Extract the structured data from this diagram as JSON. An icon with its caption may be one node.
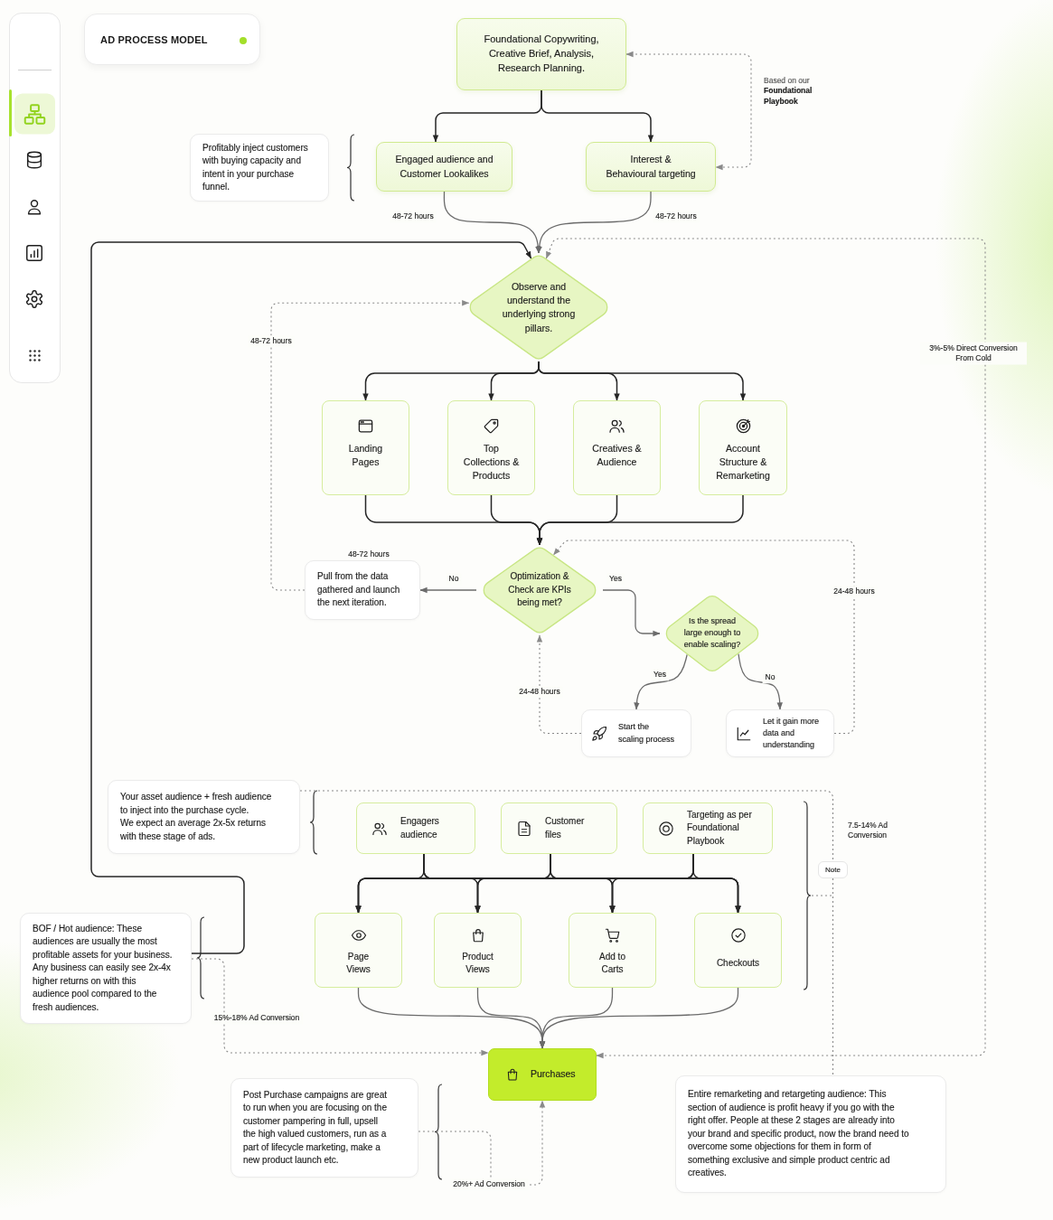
{
  "diagram": {
    "title": "AD PROCESS MODEL",
    "nodes": [
      {
        "text": [
          "Foundational Copywriting, Creative Brief, Analysis, Research Planning."
        ]
      },
      {
        "text": [
          "Profitably inject customers with buying capacity and intent in your purchase funnel."
        ]
      },
      {
        "text": [
          "Engaged audience and Customer Lookalikes"
        ]
      },
      {
        "text": [
          "Interest & Behavioural targeting"
        ]
      },
      {
        "text": [
          "Observe and understand the underlying strong pillars."
        ]
      },
      {
        "text": [
          "Landing Pages"
        ]
      },
      {
        "text": [
          "Top Collections & Products"
        ]
      },
      {
        "text": [
          "Creatives & Audience"
        ]
      },
      {
        "text": [
          "Account Structure & Remarketing"
        ]
      },
      {
        "text": [
          "Optimization & Check are KPIs being met?"
        ]
      },
      {
        "text": [
          "Pull from the data gathered and launch the next iteration."
        ],
        "beside": [
          "48-72 hours"
        ]
      },
      {
        "text": [
          "Is the spread large enough to enable scaling?"
        ]
      },
      {
        "text": [
          "Start the scaling process"
        ]
      },
      {
        "text": [
          "Let it gain more data and understanding"
        ]
      },
      {
        "text": [
          "Your asset audience + fresh audience to inject into the purchase cycle.",
          "We expect an average 2x-5x returns with these stage of ads."
        ]
      },
      {
        "text": [
          "Engagers audience"
        ]
      },
      {
        "text": [
          "Customer files"
        ]
      },
      {
        "text": [
          "Targeting as per Foundational Playbook"
        ]
      },
      {
        "text": [
          "Note"
        ]
      },
      {
        "text": [
          "BOF / Hot audience: These audiences are usually the most profitable assets for your business. Any business can easily see 2x-4x higher returns on with this audience pool compared to the fresh audiences."
        ]
      },
      {
        "text": [
          "Page Views"
        ]
      },
      {
        "text": [
          "Product Views"
        ]
      },
      {
        "text": [
          "Add to Carts"
        ]
      },
      {
        "text": [
          "Checkouts"
        ]
      },
      {
        "text": [
          "Purchases"
        ]
      },
      {
        "text": [
          "Post Purchase campaigns are great to run when you are focusing on the customer pampering in full, upsell the high valued customers, run as a part of lifecycle marketing, make a new product launch etc."
        ]
      },
      {
        "text": [
          "Entire remarketing and retargeting audience: This section of audience is profit heavy if you go with the right offer. People at these 2 stages are already into your brand and specific product, now the brand need to overcome some objections for them in form of something exclusive and simple product centric ad creatives."
        ]
      }
    ],
    "edges": [
      {
        "from": 0,
        "to": 2,
        "arrow": "to"
      },
      {
        "from": 0,
        "to": 3,
        "arrow": "to"
      },
      {
        "from": 0,
        "to": 3,
        "arrow": "both",
        "label": "Based on our **Foundational Playbook**",
        "style": "dashed",
        "color": "#8a8a8a"
      },
      {
        "from": 2,
        "to": 4,
        "arrow": "to",
        "label": "48-72 hours",
        "color": "#6b6b6b"
      },
      {
        "from": 3,
        "to": 4,
        "arrow": "to",
        "label": "48-72 hours",
        "color": "#6b6b6b"
      },
      {
        "from": 19,
        "to": 4,
        "arrow": "to"
      },
      {
        "from": 4,
        "to": 24,
        "arrow": "both",
        "label": "3%-5% Direct Conversion From Cold",
        "style": "dashed",
        "color": "#8a8a8a"
      },
      {
        "from": 10,
        "to": 4,
        "arrow": "to",
        "label": "48-72 hours",
        "style": "dashed",
        "color": "#8a8a8a"
      },
      {
        "from": 4,
        "to": 5,
        "arrow": "to"
      },
      {
        "from": 4,
        "to": 6,
        "arrow": "to"
      },
      {
        "from": 4,
        "to": 7,
        "arrow": "to"
      },
      {
        "from": 4,
        "to": 8,
        "arrow": "to"
      },
      {
        "from": 5,
        "to": 9,
        "arrow": "to"
      },
      {
        "from": 6,
        "to": 9,
        "arrow": "to"
      },
      {
        "from": 7,
        "to": 9,
        "arrow": "to"
      },
      {
        "from": 8,
        "to": 9,
        "arrow": "to"
      },
      {
        "from": 9,
        "to": 10,
        "arrow": "to",
        "label": "No",
        "color": "#6b6b6b"
      },
      {
        "from": 9,
        "to": 11,
        "arrow": "to",
        "label": "Yes",
        "color": "#6b6b6b"
      },
      {
        "from": 11,
        "to": 12,
        "arrow": "to",
        "label": "Yes",
        "color": "#6b6b6b"
      },
      {
        "from": 11,
        "to": 13,
        "arrow": "to",
        "label": "No",
        "color": "#6b6b6b"
      },
      {
        "from": 12,
        "to": 9,
        "arrow": "to",
        "label": "24-48 hours",
        "style": "dashed",
        "color": "#8a8a8a"
      },
      {
        "from": 13,
        "to": 9,
        "arrow": "to",
        "label": "24-48 hours",
        "style": "dashed",
        "color": "#8a8a8a"
      },
      {
        "from": 14,
        "to": 18,
        "arrow": "none",
        "label": "7.5-14% Ad Conversion",
        "style": "dashed",
        "color": "#8a8a8a"
      },
      {
        "from": 18,
        "to": 26,
        "arrow": "none",
        "style": "dashed",
        "color": "#8a8a8a"
      },
      {
        "from": 15,
        "to": 20,
        "arrow": "to"
      },
      {
        "from": 15,
        "to": 21,
        "arrow": "to"
      },
      {
        "from": 15,
        "to": 22,
        "arrow": "to"
      },
      {
        "from": 15,
        "to": 23,
        "arrow": "to"
      },
      {
        "from": 16,
        "to": 20,
        "arrow": "to"
      },
      {
        "from": 16,
        "to": 21,
        "arrow": "to"
      },
      {
        "from": 16,
        "to": 22,
        "arrow": "to"
      },
      {
        "from": 16,
        "to": 23,
        "arrow": "to"
      },
      {
        "from": 17,
        "to": 20,
        "arrow": "to"
      },
      {
        "from": 17,
        "to": 21,
        "arrow": "to"
      },
      {
        "from": 17,
        "to": 22,
        "arrow": "to"
      },
      {
        "from": 17,
        "to": 23,
        "arrow": "to"
      },
      {
        "from": 20,
        "to": 24,
        "arrow": "to",
        "color": "#6b6b6b"
      },
      {
        "from": 21,
        "to": 24,
        "arrow": "to",
        "color": "#6b6b6b"
      },
      {
        "from": 22,
        "to": 24,
        "arrow": "to",
        "color": "#6b6b6b"
      },
      {
        "from": 23,
        "to": 24,
        "arrow": "to",
        "color": "#6b6b6b"
      },
      {
        "from": 19,
        "to": 24,
        "arrow": "to",
        "label": "15%-18% Ad Conversion",
        "style": "dashed",
        "color": "#8a8a8a"
      },
      {
        "from": 25,
        "to": 24,
        "arrow": "to",
        "label": "20%+ Ad Conversion",
        "style": "dashed",
        "color": "#8a8a8a"
      }
    ]
  }
}
